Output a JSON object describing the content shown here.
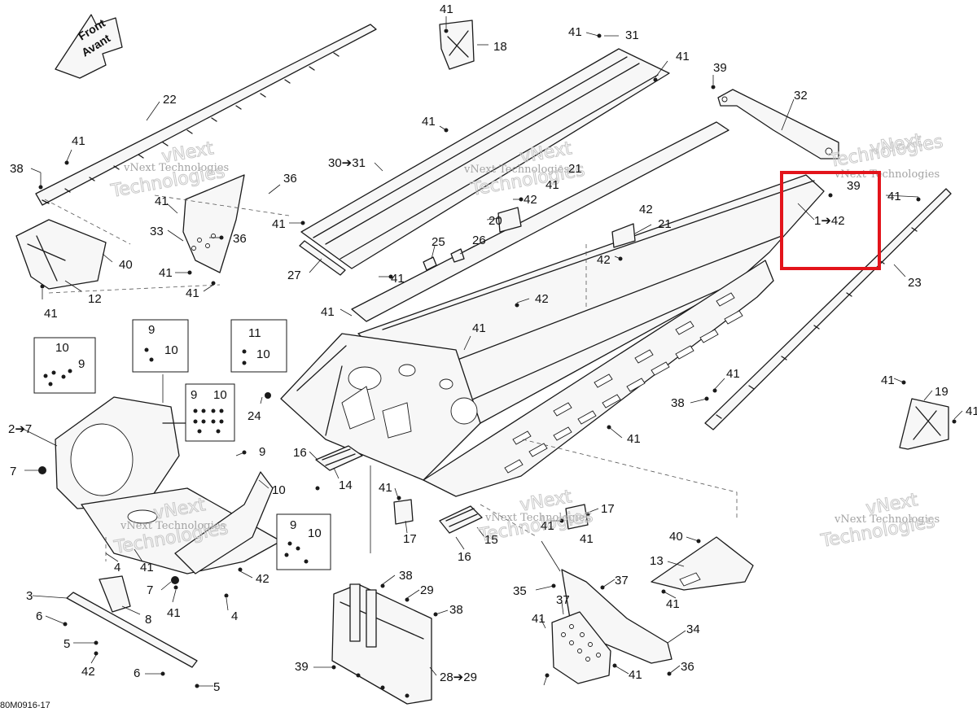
{
  "diagram": {
    "front_arrow": {
      "line1": "Front",
      "line2": "Avant"
    },
    "drawing_code": "80M0916-17",
    "watermark": {
      "line1": "vNext Technologies",
      "line2": "vNext",
      "line3": "Technologies"
    },
    "highlight_color": "#e3141b",
    "callouts": {
      "c41a": "41",
      "c18": "18",
      "c41b": "41",
      "c31": "31",
      "c41c": "41",
      "c39a": "39",
      "c32": "32",
      "c22": "22",
      "c41d": "41",
      "c38a": "38",
      "c36a": "36",
      "c41e": "41",
      "c30_31": "30➔31",
      "c21a": "21",
      "c41f": "41",
      "c39b": "39",
      "c41g": "41",
      "c1_42": "1➔42",
      "c23": "23",
      "c41h": "41",
      "c33": "33",
      "c36b": "36",
      "c41i": "41",
      "c42a": "42",
      "c20": "20",
      "c42b": "42",
      "c21b": "21",
      "c40a": "40",
      "c12": "12",
      "c41j": "41",
      "c27": "27",
      "c41k": "41",
      "c25": "25",
      "c26": "26",
      "c42c": "42",
      "c41l": "41",
      "c41m": "41",
      "c42d": "42",
      "c41n": "41",
      "c41o": "41",
      "c19": "19",
      "c38b": "38",
      "c41p": "41",
      "c41q": "41",
      "c24": "24",
      "c2_7": "2➔7",
      "c7a": "7",
      "c9a": "9",
      "c10a": "10",
      "c16a": "16",
      "c14": "14",
      "c41r": "41",
      "c17a": "17",
      "c17b": "17",
      "c41s": "41",
      "c15": "15",
      "c41t": "41",
      "c16b": "16",
      "c40b": "40",
      "c13": "13",
      "c41u": "41",
      "c4a": "4",
      "c41v": "41",
      "c7b": "7",
      "c41w": "41",
      "c42e": "42",
      "c4b": "4",
      "c3": "3",
      "c8": "8",
      "c6a": "6",
      "c5a": "5",
      "c42f": "42",
      "c6b": "6",
      "c5b": "5",
      "c38c": "38",
      "c29": "29",
      "c38d": "38",
      "c39c": "39",
      "c28_29": "28➔29",
      "c35": "35",
      "c37a": "37",
      "c37b": "37",
      "c41x": "41",
      "c34": "34",
      "c41y": "41",
      "c41z": "41",
      "c36c": "36",
      "c41aa": "41"
    },
    "inset_boxes": [
      {
        "top": "10",
        "right": "9"
      },
      {
        "top": "9",
        "right": "10"
      },
      {
        "top": "11",
        "right": "10"
      },
      {
        "top": "9",
        "right": "10"
      },
      {
        "top": "9",
        "right": "10"
      }
    ]
  }
}
